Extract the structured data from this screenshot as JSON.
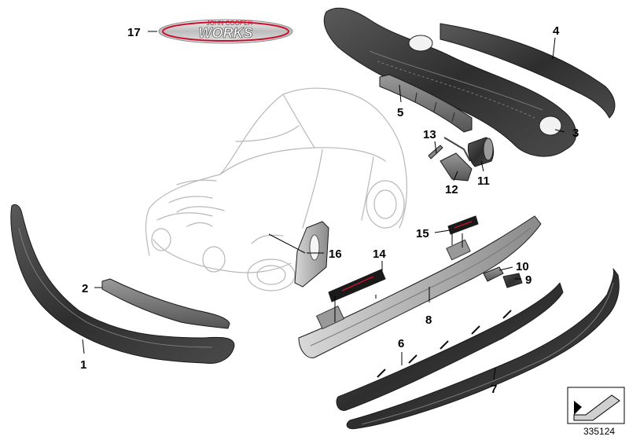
{
  "badge": {
    "line1": "JOHN COOPER",
    "line2": "WORKS"
  },
  "callouts": [
    {
      "id": "1",
      "label": "1"
    },
    {
      "id": "2",
      "label": "2"
    },
    {
      "id": "3",
      "label": "3"
    },
    {
      "id": "4",
      "label": "4"
    },
    {
      "id": "5",
      "label": "5"
    },
    {
      "id": "6",
      "label": "6"
    },
    {
      "id": "7",
      "label": "7"
    },
    {
      "id": "8",
      "label": "8"
    },
    {
      "id": "9",
      "label": "9"
    },
    {
      "id": "10",
      "label": "10"
    },
    {
      "id": "11",
      "label": "11"
    },
    {
      "id": "12",
      "label": "12"
    },
    {
      "id": "13",
      "label": "13"
    },
    {
      "id": "14",
      "label": "14"
    },
    {
      "id": "15",
      "label": "15"
    },
    {
      "id": "16",
      "label": "16"
    },
    {
      "id": "17",
      "label": "17"
    }
  ],
  "document_id": "335124",
  "colors": {
    "part_dark": "#3a3a3a",
    "part_mid": "#6e6e6e",
    "car_outline": "#b8b8b8",
    "badge_red": "#c8102e"
  }
}
